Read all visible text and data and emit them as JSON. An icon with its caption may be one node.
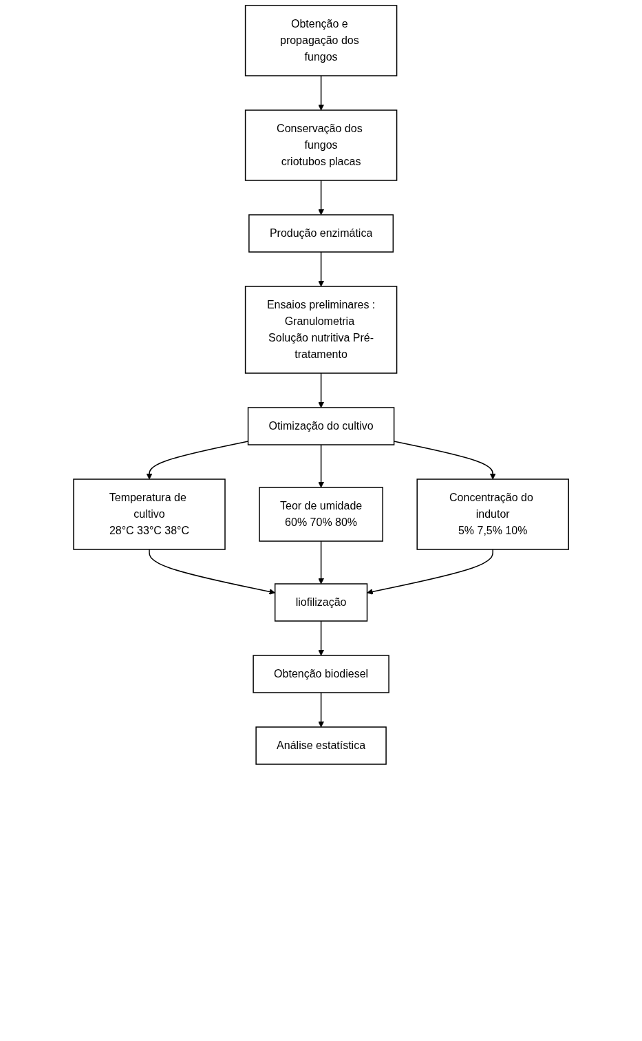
{
  "diagram": {
    "nodes": [
      {
        "text": [
          "Obtenção e propagação dos fungos"
        ]
      },
      {
        "text": [
          "Conservação dos fungos",
          "criotubos placas"
        ]
      },
      {
        "text": [
          "Produção enzimática"
        ]
      },
      {
        "text": [
          "Ensaios preliminares :",
          "Granulometria Solução nutritiva Pré-tratamento"
        ]
      },
      {
        "text": [
          "Otimização do cultivo"
        ]
      },
      {
        "text": [
          "Temperatura de cultivo",
          "28°C 33°C 38°C"
        ]
      },
      {
        "text": [
          "Teor de umidade",
          "60% 70% 80%"
        ]
      },
      {
        "text": [
          "Concentração do indutor",
          "5% 7,5% 10%"
        ]
      },
      {
        "text": [
          "liofilização"
        ]
      },
      {
        "text": [
          "Obtenção biodiesel"
        ]
      },
      {
        "text": [
          "Análise estatística"
        ]
      }
    ],
    "edges": [
      {
        "from": 0,
        "to": 1,
        "arrow": "to"
      },
      {
        "from": 1,
        "to": 2,
        "arrow": "to"
      },
      {
        "from": 2,
        "to": 3,
        "arrow": "to"
      },
      {
        "from": 3,
        "to": 4,
        "arrow": "to"
      },
      {
        "from": 4,
        "to": 5,
        "arrow": "to"
      },
      {
        "from": 4,
        "to": 6,
        "arrow": "to"
      },
      {
        "from": 4,
        "to": 7,
        "arrow": "to"
      },
      {
        "from": 5,
        "to": 8,
        "arrow": "to"
      },
      {
        "from": 6,
        "to": 8,
        "arrow": "to"
      },
      {
        "from": 7,
        "to": 8,
        "arrow": "to"
      },
      {
        "from": 8,
        "to": 9,
        "arrow": "to"
      },
      {
        "from": 9,
        "to": 10,
        "arrow": "to"
      }
    ]
  }
}
